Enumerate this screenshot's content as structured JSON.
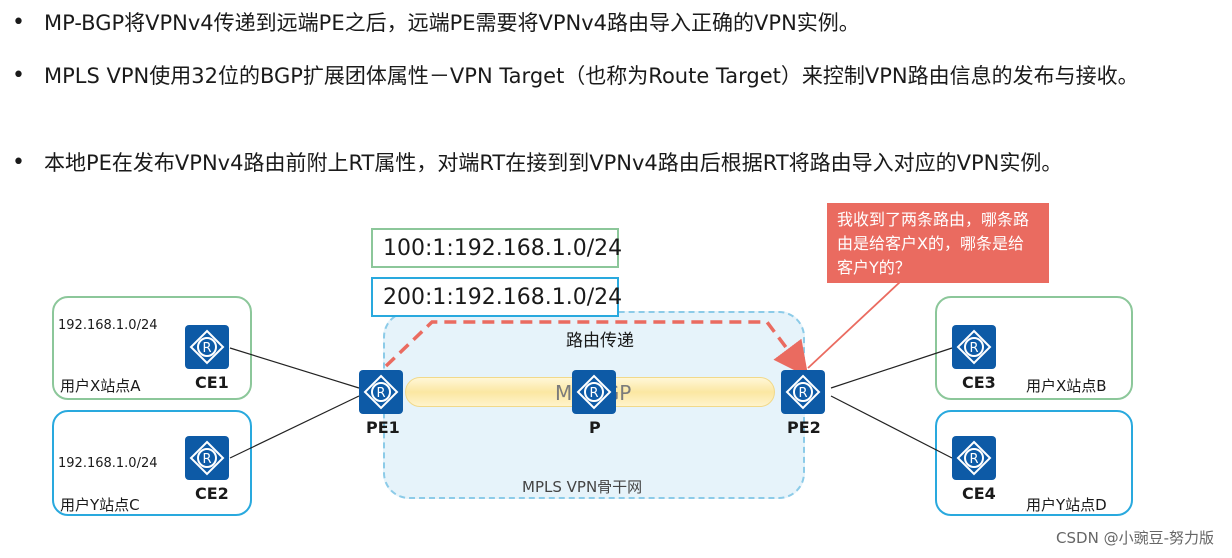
{
  "bullets": [
    "MP-BGP将VPNv4传递到远端PE之后，远端PE需要将VPNv4路由导入正确的VPN实例。",
    "MPLS VPN使用32位的BGP扩展团体属性－VPN Target（也称为Route Target）来控制VPN路由信息的发布与接收。",
    "本地PE在发布VPNv4路由前附上RT属性，对端RT在接到到VPNv4路由后根据RT将路由导入对应的VPN实例。"
  ],
  "bullet_marker": "•",
  "diagram": {
    "route_green": "100:1:192.168.1.0/24",
    "route_blue": "200:1:192.168.1.0/24",
    "callout": "我收到了两条路由，哪条路由是给客户X的，哪条是给客户Y的？",
    "route_transfer_label": "路由传递",
    "tunnel_label": "MP-BGP",
    "backbone_label": "MPLS VPN骨干网",
    "sites": {
      "site_a": {
        "prefix": "192.168.1.0/24",
        "name": "用户X站点A",
        "router": "CE1"
      },
      "site_c": {
        "prefix": "192.168.1.0/24",
        "name": "用户Y站点C",
        "router": "CE2"
      },
      "site_b": {
        "name": "用户X站点B",
        "router": "CE3"
      },
      "site_d": {
        "name": "用户Y站点D",
        "router": "CE4"
      }
    },
    "routers": {
      "pe1": "PE1",
      "p": "P",
      "pe2": "PE2"
    },
    "colors": {
      "customer_x": "#8cc79a",
      "customer_y": "#29a9de",
      "router": "#0d5aa6",
      "route_arrow": "#ea6b60",
      "backbone": "#e6f3fa"
    }
  },
  "watermark": "CSDN @小豌豆-努力版"
}
